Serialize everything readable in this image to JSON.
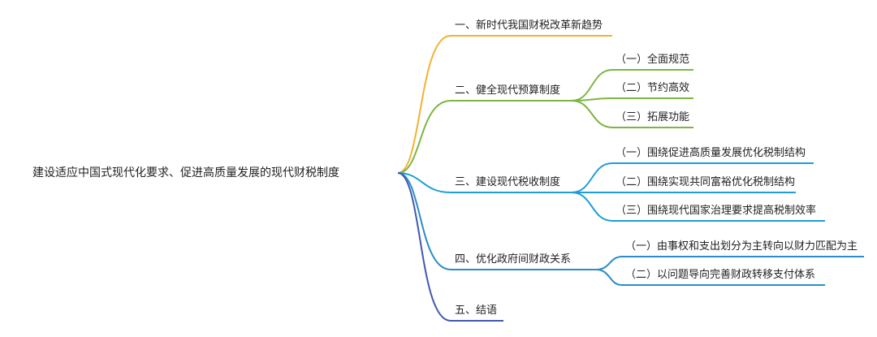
{
  "root": "建设适应中国式现代化要求、促进高质量发展的现代财税制度",
  "branches": [
    {
      "label": "一、新时代我国财税改革新趋势",
      "color": "#F2B233",
      "children": []
    },
    {
      "label": "二、健全现代预算制度",
      "color": "#7DB542",
      "children": [
        {
          "label": "（一）全面规范"
        },
        {
          "label": "（二）节约高效"
        },
        {
          "label": "（三）拓展功能"
        }
      ]
    },
    {
      "label": "三、建设现代税收制度",
      "color": "#1E9ED9",
      "children": [
        {
          "label": "（一）围绕促进高质量发展优化税制结构"
        },
        {
          "label": "（二）围绕实现共同富裕优化税制结构"
        },
        {
          "label": "（三）围绕现代国家治理要求提高税制效率"
        }
      ]
    },
    {
      "label": "四、优化政府间财政关系",
      "color": "#2A8CC9",
      "children": [
        {
          "label": "（一）由事权和支出划分为主转向以财力匹配为主"
        },
        {
          "label": "（二）以问题导向完善财政转移支付体系"
        }
      ]
    },
    {
      "label": "五、结语",
      "color": "#3F5AAE",
      "children": []
    }
  ]
}
